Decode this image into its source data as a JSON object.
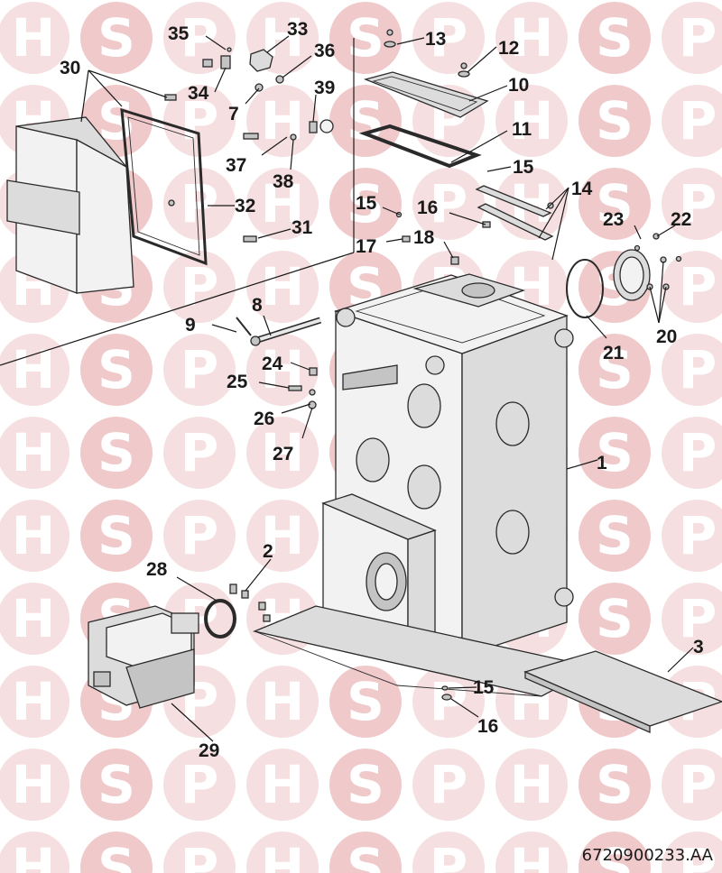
{
  "watermark": {
    "letters": [
      "H",
      "S",
      "P"
    ],
    "circle_color": "#f5dfe0",
    "letter_color": "#ffffff",
    "s_circle_color": "#f0c9cb"
  },
  "drawing_code": "6720900233.AA",
  "part_labels": {
    "p1": "1",
    "p2": "2",
    "p3": "3",
    "p7": "7",
    "p8": "8",
    "p9": "9",
    "p10": "10",
    "p11": "11",
    "p12": "12",
    "p13": "13",
    "p14": "14",
    "p15a": "15",
    "p15b": "15",
    "p15c": "15",
    "p16a": "16",
    "p16b": "16",
    "p17": "17",
    "p18": "18",
    "p20": "20",
    "p21": "21",
    "p22": "22",
    "p23": "23",
    "p24": "24",
    "p25": "25",
    "p26": "26",
    "p27": "27",
    "p28": "28",
    "p29": "29",
    "p30": "30",
    "p31": "31",
    "p32": "32",
    "p33": "33",
    "p34": "34",
    "p35": "35",
    "p36": "36",
    "p37": "37",
    "p38": "38",
    "p39": "39"
  }
}
